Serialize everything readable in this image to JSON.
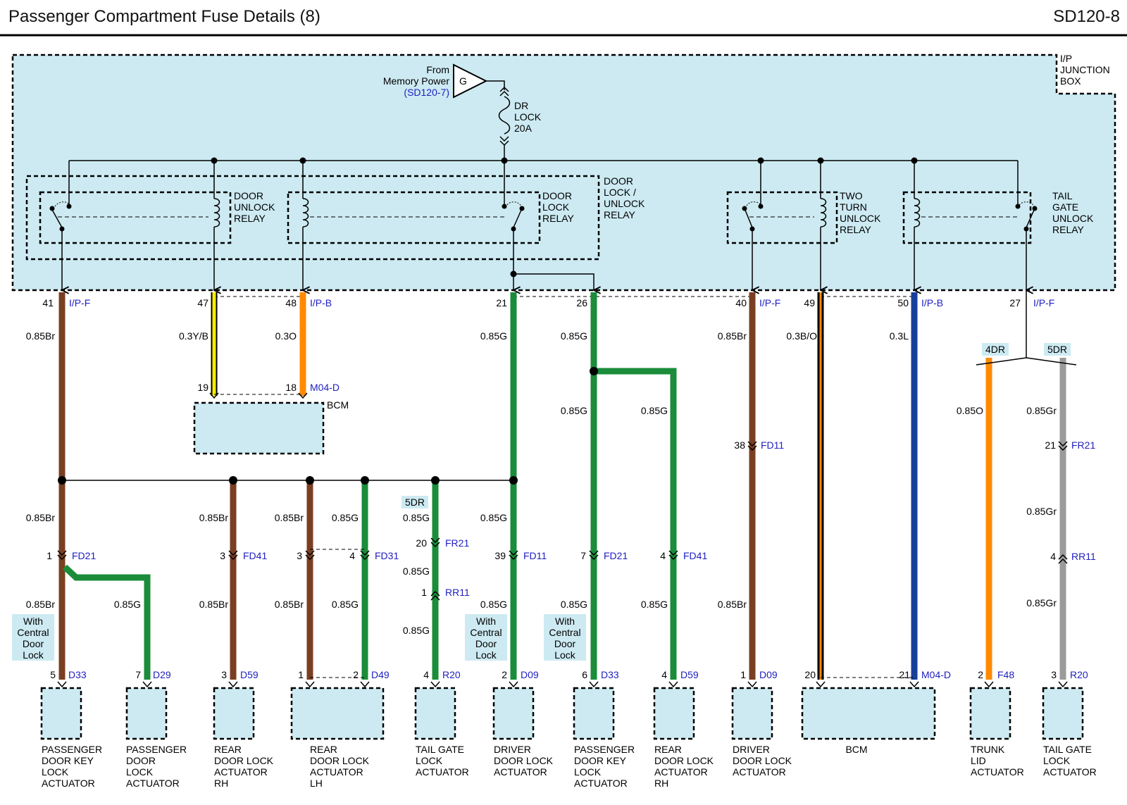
{
  "header": {
    "title": "Passenger Compartment Fuse Details (8)",
    "code": "SD120-8"
  },
  "colors": {
    "box_fill": "#cdeaf2",
    "brown": "#7a3f22",
    "green": "#1a8c3a",
    "orange": "#ff8a00",
    "yellow": "#f7ef00",
    "blue": "#173f9c",
    "gray": "#9b9b9b",
    "link": "#2020c0"
  },
  "junction_box": {
    "l1": "I/P",
    "l2": "JUNCTION",
    "l3": "BOX"
  },
  "source": {
    "l1": "From",
    "l2": "Memory Power",
    "ref": "(SD120-7)",
    "symbol": "G"
  },
  "fuse": {
    "l1": "DR",
    "l2": "LOCK",
    "l3": "20A"
  },
  "relays": {
    "door_lock_unlock": {
      "l1": "DOOR",
      "l2": "LOCK /",
      "l3": "UNLOCK",
      "l4": "RELAY"
    },
    "door_unlock": {
      "l1": "DOOR",
      "l2": "UNLOCK",
      "l3": "RELAY"
    },
    "door_lock": {
      "l1": "DOOR",
      "l2": "LOCK",
      "l3": "RELAY"
    },
    "two_turn": {
      "l1": "TWO",
      "l2": "TURN",
      "l3": "UNLOCK",
      "l4": "RELAY"
    },
    "tail_gate": {
      "l1": "TAIL",
      "l2": "GATE",
      "l3": "UNLOCK",
      "l4": "RELAY"
    }
  },
  "pins": {
    "p41": "41",
    "p47": "47",
    "p48": "48",
    "p21": "21",
    "p26": "26",
    "p40": "40",
    "p49": "49",
    "p50": "50",
    "p27": "27",
    "p19": "19",
    "p18": "18"
  },
  "connectors": {
    "ipf1": "I/P-F",
    "ipb1": "I/P-B",
    "ipf2": "I/P-F",
    "ipb2": "I/P-B",
    "ipf3": "I/P-F",
    "m04d": "M04-D"
  },
  "bcm_top": "BCM",
  "wires": {
    "w41": "0.85Br",
    "w47": "0.3Y/B",
    "w48": "0.3O",
    "w21": "0.85G",
    "w26": "0.85G",
    "w40": "0.85Br",
    "w49": "0.3B/O",
    "w50": "0.3L",
    "w26a": "0.85G",
    "w26b": "0.85G"
  },
  "options": {
    "dr4": "4DR",
    "dr5": "5DR",
    "dr5b": "5DR"
  },
  "trunk_wire": "0.85O",
  "tail_wires": {
    "a": "0.85Gr",
    "b": "0.85Gr",
    "c": "0.85Gr"
  },
  "inline": {
    "fd11a_pin": "38",
    "fd11a": "FD11",
    "fr21a_pin": "21",
    "fr21a": "FR21",
    "rr11a_pin": "4",
    "rr11a": "RR11"
  },
  "branches": [
    {
      "top": "0.85Br",
      "pin": "1",
      "conn": "FD21",
      "bottom": "0.85Br"
    },
    {
      "top": "0.85Br",
      "pin": "3",
      "conn": "FD41",
      "bottom": "0.85Br"
    },
    {
      "top": "0.85Br",
      "pin": "3",
      "conn": "",
      "bottom": "0.85Br"
    },
    {
      "top": "0.85G",
      "pin": "4",
      "conn": "FD31",
      "bottom": "0.85G"
    },
    {
      "top": "0.85G",
      "pin": "20",
      "conn": "FR21",
      "mid": "0.85G",
      "pin2": "1",
      "conn2": "RR11",
      "bottom": "0.85G"
    },
    {
      "top": "0.85G",
      "pin": "39",
      "conn": "FD11",
      "bottom": "0.85G"
    },
    {
      "top": "",
      "pin": "7",
      "conn": "FD21",
      "bottom": "0.85G"
    },
    {
      "top": "",
      "pin": "4",
      "conn": "FD41",
      "bottom": "0.85G"
    }
  ],
  "green_split": "0.85G",
  "bottom_wire_40": "0.85Br",
  "notes": {
    "central1": {
      "l1": "With",
      "l2": "Central",
      "l3": "Door",
      "l4": "Lock"
    },
    "central2": {
      "l1": "With",
      "l2": "Central",
      "l3": "Door",
      "l4": "Lock"
    },
    "central3": {
      "l1": "With",
      "l2": "Central",
      "l3": "Door",
      "l4": "Lock"
    }
  },
  "components": [
    {
      "pin": "5",
      "conn": "D33",
      "l1": "PASSENGER",
      "l2": "DOOR KEY",
      "l3": "LOCK",
      "l4": "ACTUATOR"
    },
    {
      "pin": "7",
      "conn": "D29",
      "l1": "PASSENGER",
      "l2": "DOOR",
      "l3": "LOCK",
      "l4": "ACTUATOR"
    },
    {
      "pin": "3",
      "conn": "D59",
      "l1": "REAR",
      "l2": "DOOR LOCK",
      "l3": "ACTUATOR",
      "l4": "RH"
    },
    {
      "pin": "1",
      "pin2": "2",
      "conn": "D49",
      "l1": "REAR",
      "l2": "DOOR LOCK",
      "l3": "ACTUATOR",
      "l4": "LH"
    },
    {
      "pin": "4",
      "conn": "R20",
      "l1": "TAIL GATE",
      "l2": "LOCK",
      "l3": "ACTUATOR",
      "l4": ""
    },
    {
      "pin": "2",
      "conn": "D09",
      "l1": "DRIVER",
      "l2": "DOOR LOCK",
      "l3": "ACTUATOR",
      "l4": ""
    },
    {
      "pin": "6",
      "conn": "D33",
      "l1": "PASSENGER",
      "l2": "DOOR KEY",
      "l3": "LOCK",
      "l4": "ACTUATOR"
    },
    {
      "pin": "4",
      "conn": "D59",
      "l1": "REAR",
      "l2": "DOOR LOCK",
      "l3": "ACTUATOR",
      "l4": "RH"
    },
    {
      "pin": "1",
      "conn": "D09",
      "l1": "DRIVER",
      "l2": "DOOR LOCK",
      "l3": "ACTUATOR",
      "l4": ""
    },
    {
      "pin": "20",
      "pin2": "21",
      "conn": "M04-D",
      "l1": "BCM",
      "l2": "",
      "l3": "",
      "l4": ""
    },
    {
      "pin": "2",
      "conn": "F48",
      "l1": "TRUNK",
      "l2": "LID",
      "l3": "ACTUATOR",
      "l4": ""
    },
    {
      "pin": "3",
      "conn": "R20",
      "l1": "TAIL GATE",
      "l2": "LOCK",
      "l3": "ACTUATOR",
      "l4": ""
    }
  ]
}
